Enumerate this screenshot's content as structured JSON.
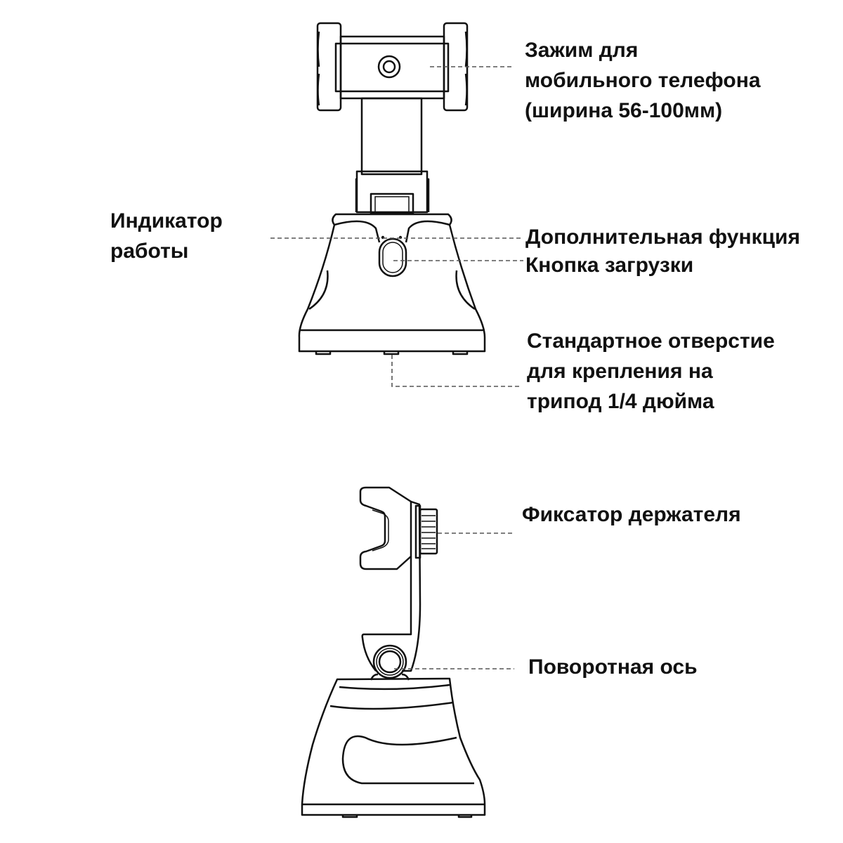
{
  "colors": {
    "line": "#111111",
    "leader": "#555555",
    "background": "#ffffff"
  },
  "front_view": {
    "labels": {
      "clamp": [
        "Зажим для",
        "мобильного телефона",
        "(ширина  56-100мм)"
      ],
      "indicator": [
        "Индикатор",
        "работы"
      ],
      "extra_function": "Дополнительная функция",
      "boot_button": "Кнопка загрузки",
      "tripod_hole": [
        "Стандартное отверстие",
        "для крепления на",
        "трипод 1/4 дюйма"
      ]
    }
  },
  "side_view": {
    "labels": {
      "holder_lock": "Фиксатор держателя",
      "rotation_axis": "Поворотная ось"
    }
  }
}
